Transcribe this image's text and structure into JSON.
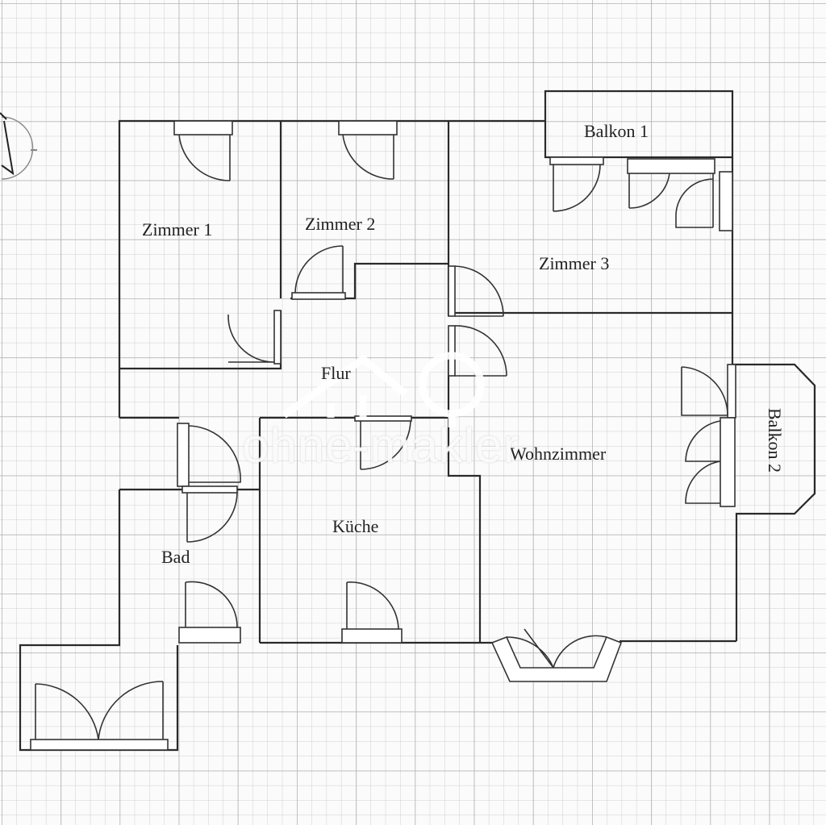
{
  "rooms": {
    "zimmer1": "Zimmer 1",
    "zimmer2": "Zimmer 2",
    "zimmer3": "Zimmer 3",
    "balkon1": "Balkon 1",
    "balkon2": "Balkon 2",
    "flur": "Flur",
    "wohnzimmer": "Wohnzimmer",
    "kueche": "Küche",
    "bad": "Bad"
  },
  "watermark": "ohne-makler",
  "compass": "N"
}
